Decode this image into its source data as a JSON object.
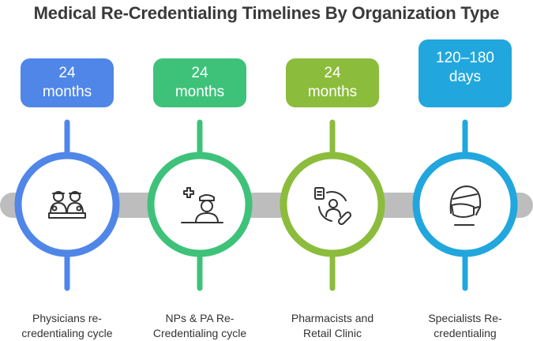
{
  "title": "Medical Re-Credentialing Timelines By Organization Type",
  "steps": [
    {
      "duration_line1": "24",
      "duration_line2": "months",
      "label_line1": "Physicians re-",
      "label_line2": "credentialing cycle",
      "color": "#4f86e8",
      "icon": "physicians-group-icon"
    },
    {
      "duration_line1": "24",
      "duration_line2": "months",
      "label_line1": "NPs & PA Re-",
      "label_line2": "Credentialing cycle",
      "color": "#3ec27a",
      "icon": "nurse-practitioner-icon"
    },
    {
      "duration_line1": "24",
      "duration_line2": "months",
      "label_line1": "Pharmacists and",
      "label_line2": "Retail Clinic",
      "color": "#8cbc3c",
      "icon": "pharmacist-icon"
    },
    {
      "duration_line1": "120–180",
      "duration_line2": "days",
      "label_line1": "Specialists Re-",
      "label_line2": "credentialing",
      "color": "#21a7dd",
      "icon": "specialist-masked-icon"
    }
  ],
  "track_color": "#bdbdbd"
}
